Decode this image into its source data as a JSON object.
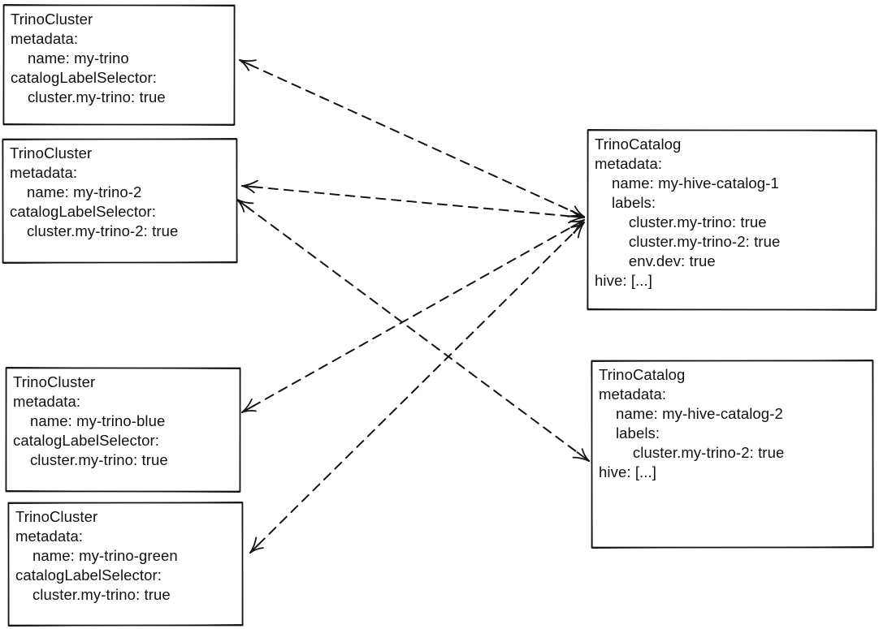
{
  "diagram": {
    "background_color": "#ffffff",
    "stroke_color": "#141414",
    "boxes": {
      "cluster1": {
        "kind": "TrinoCluster",
        "name": "my-trino",
        "lines": [
          "TrinoCluster",
          "metadata:",
          "    name: my-trino",
          "catalogLabelSelector:",
          "    cluster.my-trino: true"
        ]
      },
      "cluster2": {
        "kind": "TrinoCluster",
        "name": "my-trino-2",
        "lines": [
          "TrinoCluster",
          "metadata:",
          "    name: my-trino-2",
          "catalogLabelSelector:",
          "    cluster.my-trino-2: true"
        ]
      },
      "cluster3": {
        "kind": "TrinoCluster",
        "name": "my-trino-blue",
        "lines": [
          "TrinoCluster",
          "metadata:",
          "    name: my-trino-blue",
          "catalogLabelSelector:",
          "    cluster.my-trino: true"
        ]
      },
      "cluster4": {
        "kind": "TrinoCluster",
        "name": "my-trino-green",
        "lines": [
          "TrinoCluster",
          "metadata:",
          "    name: my-trino-green",
          "catalogLabelSelector:",
          "    cluster.my-trino: true"
        ]
      },
      "catalog1": {
        "kind": "TrinoCatalog",
        "name": "my-hive-catalog-1",
        "lines": [
          "TrinoCatalog",
          "metadata:",
          "    name: my-hive-catalog-1",
          "    labels:",
          "        cluster.my-trino: true",
          "        cluster.my-trino-2: true",
          "        env.dev: true",
          "hive: [...]"
        ]
      },
      "catalog2": {
        "kind": "TrinoCatalog",
        "name": "my-hive-catalog-2",
        "lines": [
          "TrinoCatalog",
          "metadata:",
          "    name: my-hive-catalog-2",
          "    labels:",
          "        cluster.my-trino-2: true",
          "hive: [...]"
        ]
      }
    },
    "edges": [
      {
        "from": "my-trino",
        "to": "my-hive-catalog-1",
        "style": "dashed",
        "arrows": "both"
      },
      {
        "from": "my-trino-2",
        "to": "my-hive-catalog-1",
        "style": "dashed",
        "arrows": "both"
      },
      {
        "from": "my-trino-blue",
        "to": "my-hive-catalog-1",
        "style": "dashed",
        "arrows": "both"
      },
      {
        "from": "my-trino-green",
        "to": "my-hive-catalog-1",
        "style": "dashed",
        "arrows": "both"
      },
      {
        "from": "my-trino-2",
        "to": "my-hive-catalog-2",
        "style": "dashed",
        "arrows": "both"
      }
    ]
  }
}
